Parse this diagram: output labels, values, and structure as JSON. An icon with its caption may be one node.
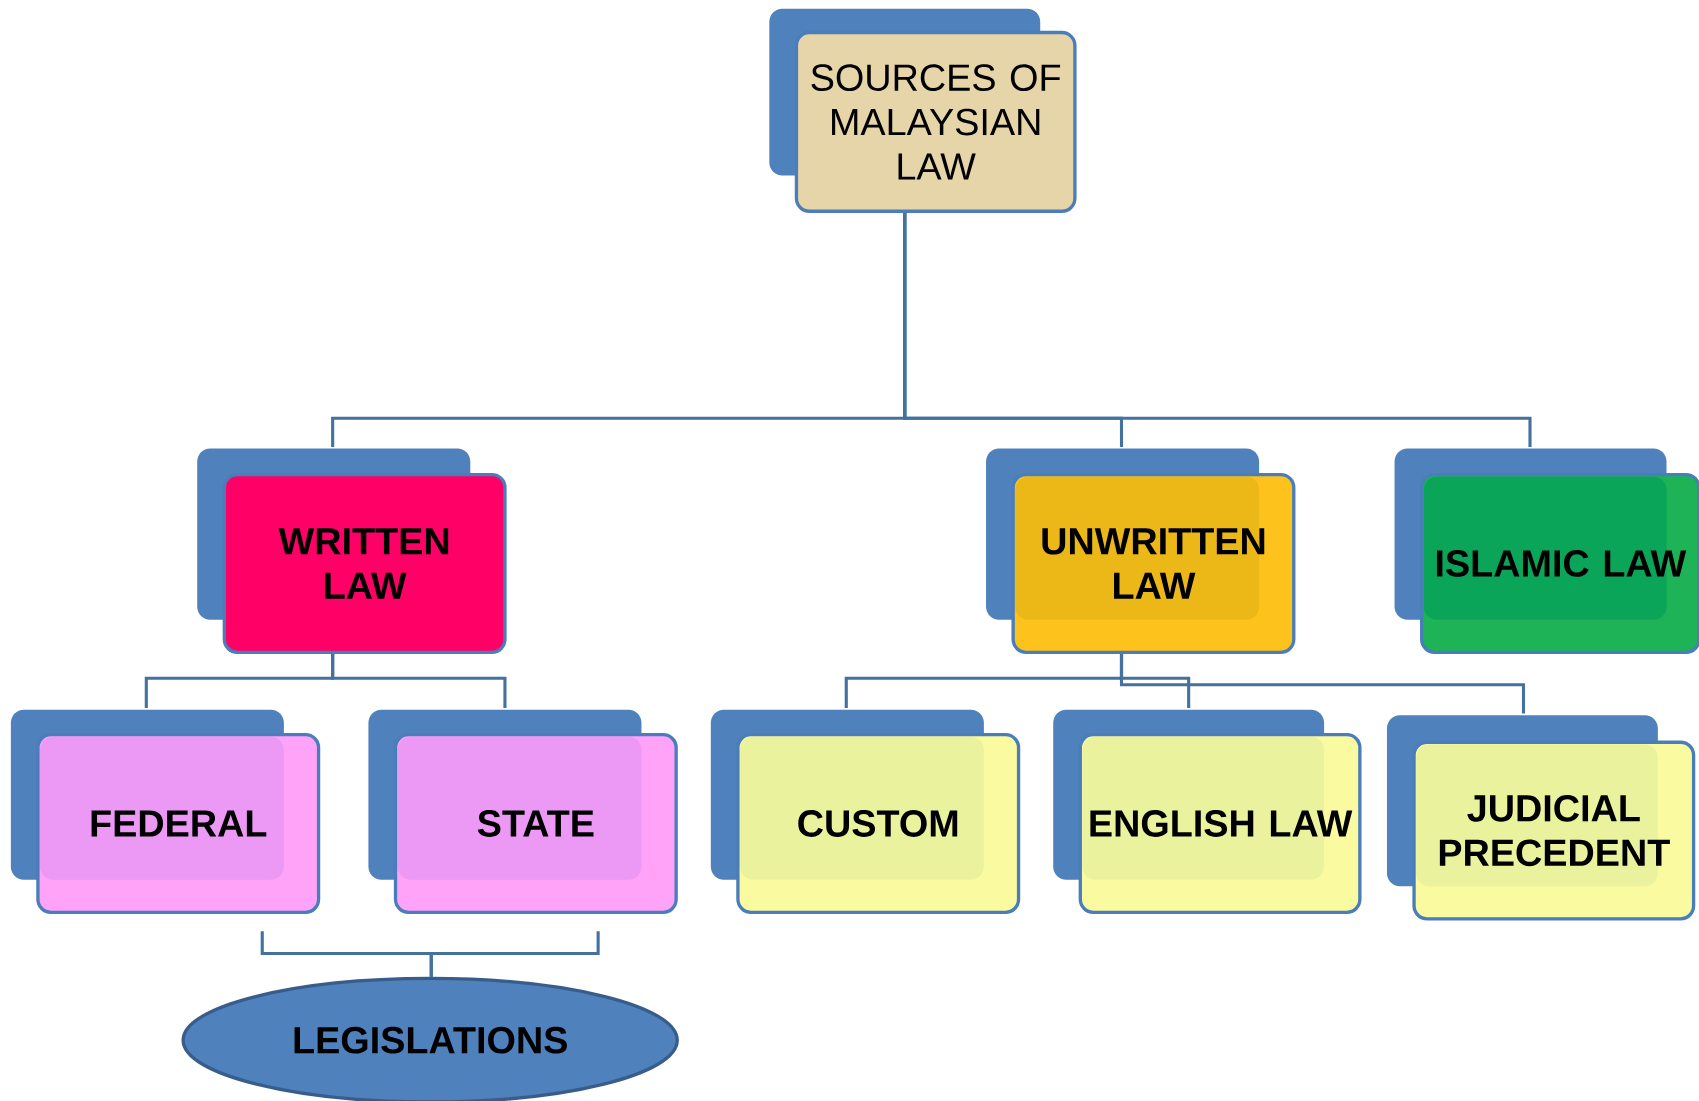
{
  "diagram": {
    "nodes": [
      {
        "text": [
          "SOURCES OF MALAYSIAN LAW"
        ]
      },
      {
        "text": [
          "WRITTEN LAW"
        ]
      },
      {
        "text": [
          "UNWRITTEN LAW"
        ]
      },
      {
        "text": [
          "ISLAMIC LAW"
        ]
      },
      {
        "text": [
          "FEDERAL"
        ]
      },
      {
        "text": [
          "STATE"
        ]
      },
      {
        "text": [
          "CUSTOM"
        ]
      },
      {
        "text": [
          "ENGLISH LAW"
        ]
      },
      {
        "text": [
          "JUDICIAL PRECEDENT"
        ]
      },
      {
        "text": [
          "LEGISLATIONS"
        ]
      }
    ],
    "edges": [
      {
        "from": 0,
        "to": 1,
        "arrow": "none"
      },
      {
        "from": 0,
        "to": 2,
        "arrow": "none"
      },
      {
        "from": 0,
        "to": 3,
        "arrow": "none"
      },
      {
        "from": 1,
        "to": 4,
        "arrow": "none"
      },
      {
        "from": 1,
        "to": 5,
        "arrow": "none"
      },
      {
        "from": 2,
        "to": 6,
        "arrow": "none"
      },
      {
        "from": 2,
        "to": 7,
        "arrow": "none"
      },
      {
        "from": 2,
        "to": 8,
        "arrow": "none"
      },
      {
        "from": 4,
        "to": 9,
        "arrow": "none"
      },
      {
        "from": 5,
        "to": 9,
        "arrow": "none"
      }
    ]
  }
}
